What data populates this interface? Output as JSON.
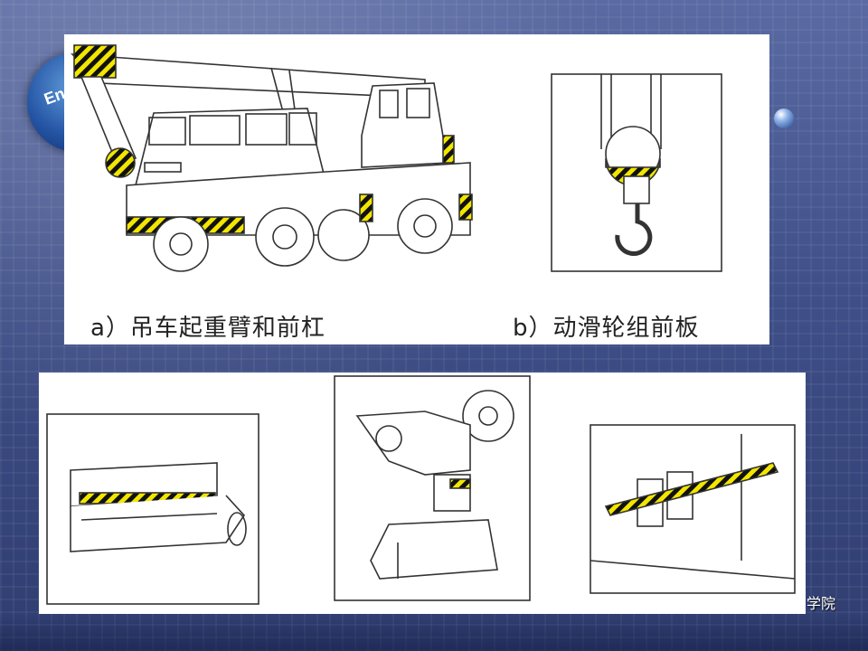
{
  "slide": {
    "logo_text": "En",
    "footer_text": "学院",
    "captions": {
      "a": "a）吊车起重臂和前杠",
      "b": "b）动滑轮组前板"
    }
  },
  "colors": {
    "background": "#3d4c83",
    "hazard_yellow": "#f2e600",
    "hazard_black": "#111111",
    "line_art": "#333333"
  },
  "icons": [
    "crane-truck-illustration",
    "pulley-hook-illustration",
    "shearing-machine-illustration",
    "punch-press-illustration",
    "guard-bar-illustration"
  ]
}
